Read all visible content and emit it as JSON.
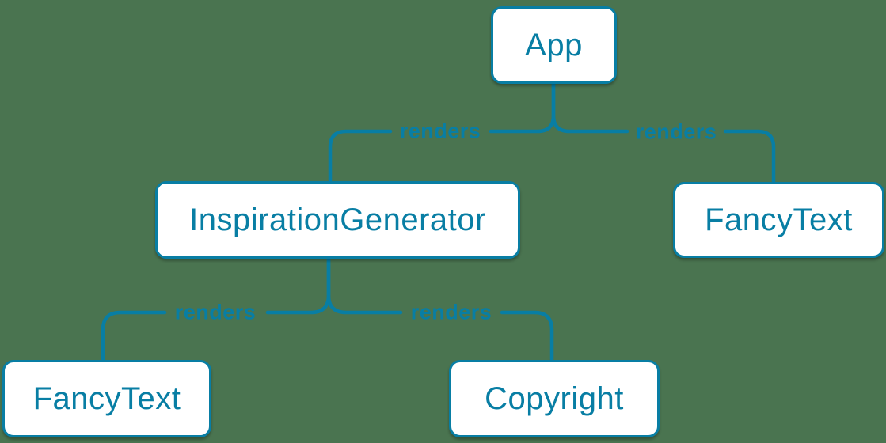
{
  "diagram": {
    "kind": "component-render-tree",
    "colors": {
      "background": "#4a7450",
      "accent": "#087ea4",
      "node_fill": "#ffffff"
    },
    "nodes": [
      {
        "id": "app",
        "label": "App"
      },
      {
        "id": "inspiration-generator",
        "label": "InspirationGenerator"
      },
      {
        "id": "fancy-text-right",
        "label": "FancyText"
      },
      {
        "id": "fancy-text-left",
        "label": "FancyText"
      },
      {
        "id": "copyright",
        "label": "Copyright"
      }
    ],
    "edges": [
      {
        "from": "App",
        "to": "InspirationGenerator",
        "label": "renders"
      },
      {
        "from": "App",
        "to": "FancyText",
        "label": "renders"
      },
      {
        "from": "InspirationGenerator",
        "to": "FancyText",
        "label": "renders"
      },
      {
        "from": "InspirationGenerator",
        "to": "Copyright",
        "label": "renders"
      }
    ]
  }
}
